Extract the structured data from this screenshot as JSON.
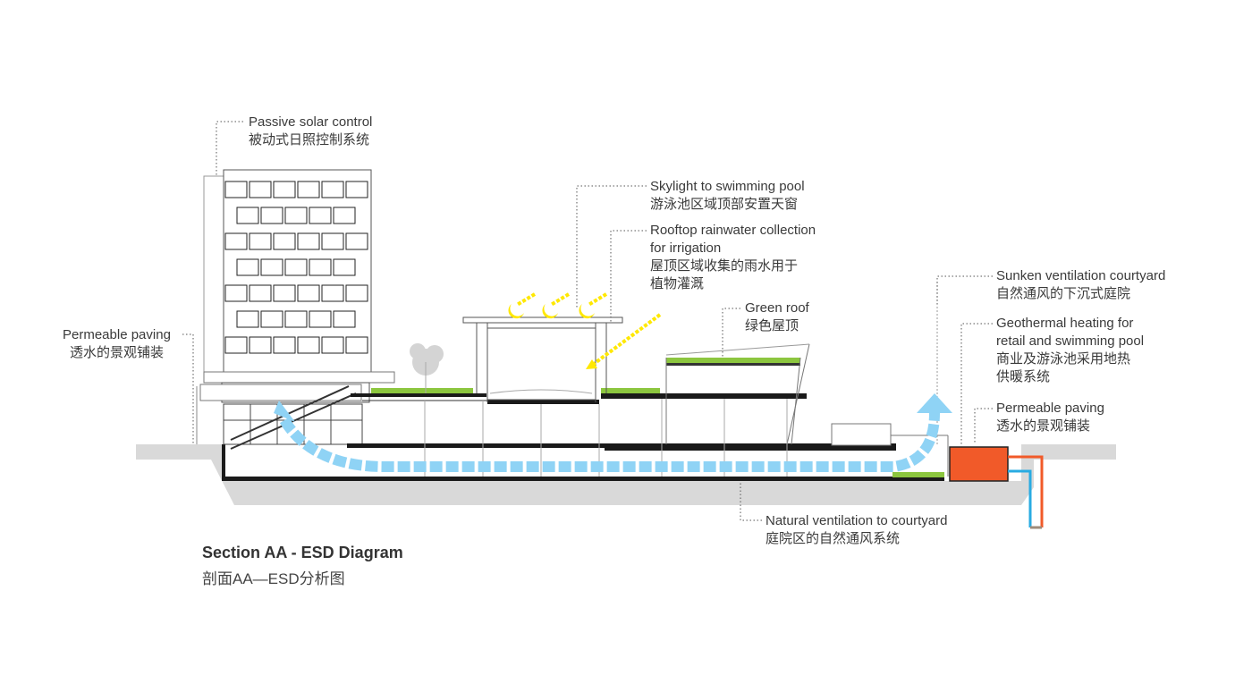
{
  "diagram": {
    "title": "Section AA - ESD Diagram",
    "title_cn": "剖面AA—ESD分析图",
    "callouts": [
      {
        "id": "passive-solar",
        "en": "Passive solar control",
        "cn": "被动式日照控制系统"
      },
      {
        "id": "skylight",
        "en": "Skylight to swimming pool",
        "cn": "游泳池区域顶部安置天窗"
      },
      {
        "id": "rainwater",
        "en": "Rooftop rainwater collection",
        "en2": "for irrigation",
        "cn": "屋顶区域收集的雨水用于",
        "cn2": "植物灌溉"
      },
      {
        "id": "green-roof",
        "en": "Green roof",
        "cn": "绿色屋顶"
      },
      {
        "id": "sunken-court",
        "en": "Sunken ventilation courtyard",
        "cn": "自然通风的下沉式庭院"
      },
      {
        "id": "geothermal",
        "en": "Geothermal heating for",
        "en2": "retail and swimming pool",
        "cn": "商业及游泳池采用地热",
        "cn2": "供暖系统"
      },
      {
        "id": "permeable-right",
        "en": "Permeable paving",
        "cn": "透水的景观铺装"
      },
      {
        "id": "permeable-left",
        "en": "Permeable paving",
        "cn": "透水的景观铺装"
      },
      {
        "id": "natural-vent",
        "en": "Natural ventilation to courtyard",
        "cn": "庭院区的自然通风系统"
      }
    ],
    "colors": {
      "ground": "#d9d9d9",
      "green": "#8cc63f",
      "airflow": "#8fd3f5",
      "sun": "#ffe800",
      "geothermal": "#f15a29",
      "hot_pipe": "#f15a29",
      "cold_pipe": "#29abe2",
      "slab": "#1a1a1a",
      "line": "#7a7a7a"
    }
  }
}
